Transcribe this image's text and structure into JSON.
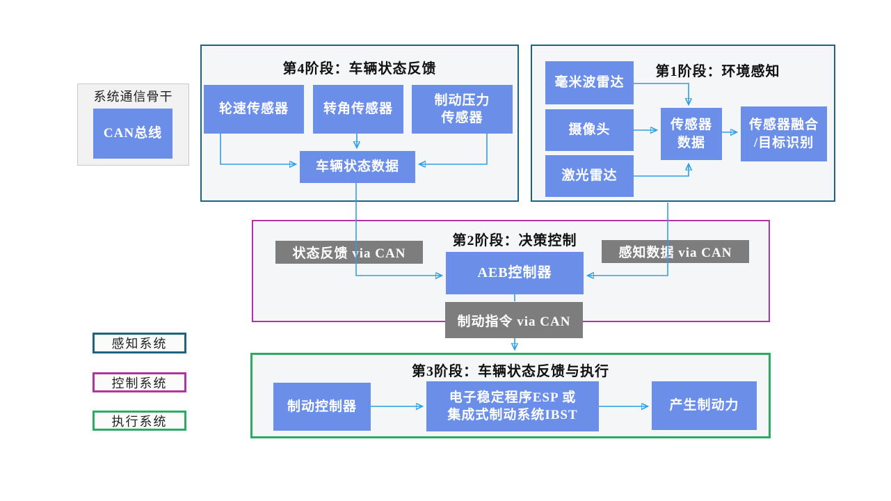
{
  "colors": {
    "node_blue": "#6b8ee8",
    "label_gray": "#7d7d7d",
    "perception_border_teal": "#1b647c",
    "control_border_magenta": "#ae35a0",
    "execution_border_green": "#2bab62",
    "arrow_blue": "#2e9fe3",
    "stage_background": "#f5f6f7"
  },
  "backbone": {
    "title": "系统通信骨干",
    "bus_label": "CAN总线"
  },
  "stage4": {
    "title": "第4阶段：车辆状态反馈",
    "wheel_speed_sensor": "轮速传感器",
    "steering_angle_sensor": "转角传感器",
    "brake_pressure_sensor": "制动压力\n传感器",
    "vehicle_state_data": "车辆状态数据"
  },
  "stage1": {
    "title": "第1阶段：环境感知",
    "mmwave_radar": "毫米波雷达",
    "camera": "摄像头",
    "lidar": "激光雷达",
    "sensor_data": "传感器\n数据",
    "sensor_fusion": "传感器融合\n/目标识别"
  },
  "stage2": {
    "title": "第2阶段：决策控制",
    "state_feedback_label": "状态反馈 via CAN",
    "perception_data_label": "感知数据 via CAN",
    "aeb_controller": "AEB控制器",
    "brake_command_label": "制动指令 via CAN"
  },
  "stage3": {
    "title": "第3阶段：车辆状态反馈与执行",
    "brake_controller": "制动控制器",
    "esp_ibst": "电子稳定程序ESP 或\n集成式制动系统IBST",
    "braking_force": "产生制动力"
  },
  "legend": {
    "perception": "感知系统",
    "control": "控制系统",
    "execution": "执行系统"
  }
}
